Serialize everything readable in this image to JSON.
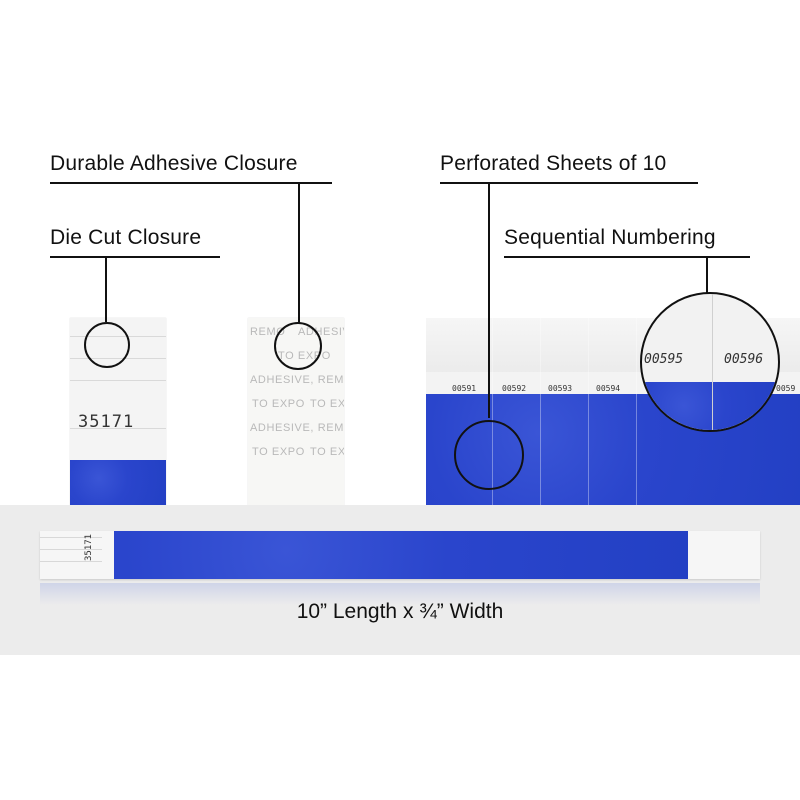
{
  "callouts": {
    "adhesive": "Durable Adhesive Closure",
    "die_cut": "Die Cut Closure",
    "perforated": "Perforated Sheets of 10",
    "sequential": "Sequential Numbering"
  },
  "wristband": {
    "number": "35171",
    "strip_number": "35171",
    "color": "#2a46cf"
  },
  "adhesive_liner": {
    "lines": [
      "REMO",
      "ADHESIVE,",
      "TO EXPO",
      "ADHESIVE, REMO",
      "TO EXPO",
      "TO EX",
      "ADHESIVE, REMO",
      "TO EXPO",
      "TO EX"
    ]
  },
  "sheet": {
    "numbers": [
      "00591",
      "00592",
      "00593",
      "00594",
      "00595",
      "00596",
      "0059"
    ],
    "zoom_numbers": [
      "00595",
      "00596"
    ]
  },
  "caption": "10” Length x ¾” Width"
}
